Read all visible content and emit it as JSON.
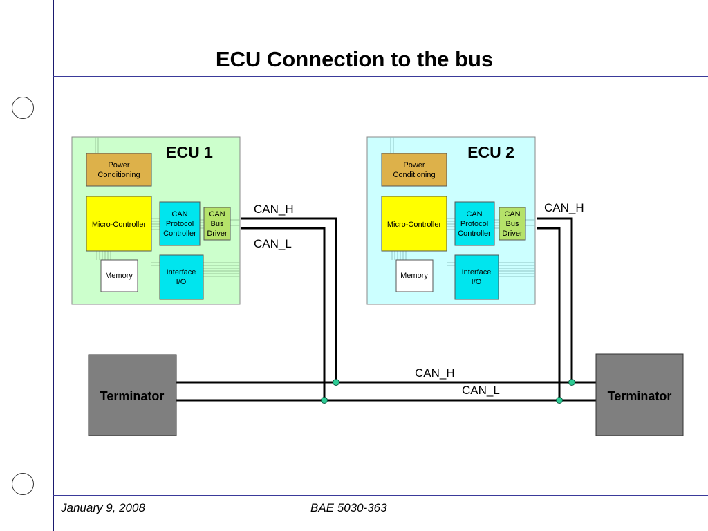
{
  "slide": {
    "title": "ECU Connection to the bus",
    "footer_date": "January 9, 2008",
    "footer_course": "BAE 5030-363"
  },
  "diagram": {
    "ecus": [
      {
        "label": "ECU 1",
        "color": "#ccffcc",
        "power": [
          "Power",
          "Conditioning"
        ],
        "micro": "Micro-Controller",
        "can_ctrl": [
          "CAN",
          "Protocol",
          "Controller"
        ],
        "can_drv": [
          "CAN",
          "Bus",
          "Driver"
        ],
        "memory": "Memory",
        "iface": [
          "Interface",
          "I/O"
        ]
      },
      {
        "label": "ECU 2",
        "color": "#ccffff",
        "power": [
          "Power",
          "Conditioning"
        ],
        "micro": "Micro-Controller",
        "can_ctrl": [
          "CAN",
          "Protocol",
          "Controller"
        ],
        "can_drv": [
          "CAN",
          "Bus",
          "Driver"
        ],
        "memory": "Memory",
        "iface": [
          "Interface",
          "I/O"
        ]
      }
    ],
    "terminators": [
      "Terminator",
      "Terminator"
    ],
    "wire_labels": {
      "ecu1_can_h": "CAN_H",
      "ecu1_can_l": "CAN_L",
      "ecu2_can_h": "CAN_H",
      "bus_can_h": "CAN_H",
      "bus_can_l": "CAN_L"
    },
    "colors": {
      "power": "#ddb14a",
      "micro": "#ffff00",
      "can_ctrl": "#00e5ee",
      "can_drv": "#b5e26a",
      "iface": "#00e5ee",
      "memory": "#ffffff",
      "terminator": "#7f7f7f",
      "junction": "#2ecc95"
    }
  }
}
